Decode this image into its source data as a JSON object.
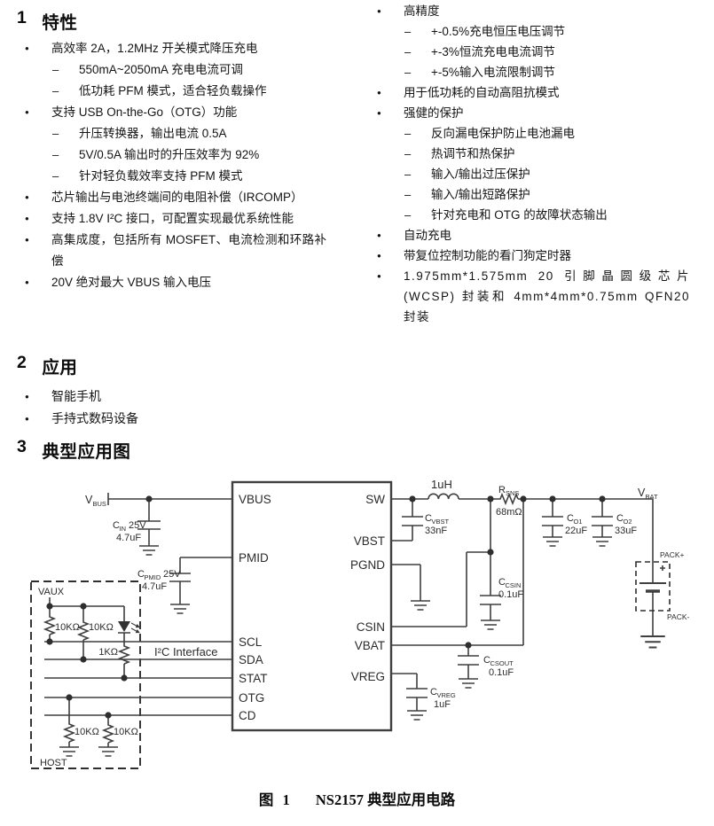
{
  "sections": {
    "s1": {
      "num": "1",
      "title": "特性"
    },
    "s2": {
      "num": "2",
      "title": "应用"
    },
    "s3": {
      "num": "3",
      "title": "典型应用图"
    }
  },
  "marks": {
    "dot": "●",
    "dash": "–"
  },
  "features_left": [
    "高效率 2A，1.2MHz 开关模式降压充电",
    "550mA~2050mA 充电电流可调",
    "低功耗 PFM 模式，适合轻负载操作",
    "支持 USB On-the-Go（OTG）功能",
    "升压转换器，输出电流 0.5A",
    "5V/0.5A 输出时的升压效率为 92%",
    "针对轻负载效率支持 PFM 模式",
    "芯片输出与电池终端间的电阻补偿（IRCOMP）",
    "支持 1.8V I²C 接口，可配置实现最优系统性能",
    "高集成度，包括所有 MOSFET、电流检测和环路补偿",
    "20V 绝对最大 VBUS 输入电压"
  ],
  "features_right": [
    "高精度",
    "+-0.5%充电恒压电压调节",
    "+-3%恒流充电电流调节",
    "+-5%输入电流限制调节",
    "用于低功耗的自动高阻抗模式",
    "强健的保护",
    "反向漏电保护防止电池漏电",
    "热调节和热保护",
    "输入/输出过压保护",
    "输入/输出短路保护",
    "针对充电和 OTG 的故障状态输出",
    "自动充电",
    "带复位控制功能的看门狗定时器",
    "1.975mm*1.575mm 20 引脚晶圆级芯片 (WCSP) 封装和 4mm*4mm*0.75mm QFN20 封装"
  ],
  "applications": [
    "智能手机",
    "手持式数码设备"
  ],
  "figure": {
    "label": "图 1",
    "title": "NS2157 典型应用电路"
  },
  "circuit": {
    "pins_left": [
      "VBUS",
      "PMID",
      "SCL",
      "SDA",
      "STAT",
      "OTG",
      "CD"
    ],
    "pins_right": [
      "SW",
      "VBST",
      "PGND",
      "CSIN",
      "VBAT",
      "VREG"
    ],
    "vbus_in": {
      "m": "V",
      "s": "BUS"
    },
    "cin": {
      "m": "C",
      "s": "IN",
      "rating": "25V",
      "value": "4.7uF"
    },
    "cpmid": {
      "m": "C",
      "s": "PMID",
      "rating": "25V",
      "value": "4.7uF"
    },
    "vaux": "VAUX",
    "host": "HOST",
    "i2c_label": "I²C Interface",
    "r_scl": "10KΩ",
    "r_sda": "10KΩ",
    "r_led": "1KΩ",
    "r_otg": "10KΩ",
    "r_cd": "10KΩ",
    "inductor": "1uH",
    "rsns": {
      "m": "R",
      "s": "SNS",
      "value": "68mΩ"
    },
    "cvbst": {
      "m": "C",
      "s": "VBST",
      "value": "33nF"
    },
    "ccsin": {
      "m": "C",
      "s": "CSIN",
      "value": "0.1uF"
    },
    "ccsout": {
      "m": "C",
      "s": "CSOUT",
      "value": "0.1uF"
    },
    "cvreg": {
      "m": "C",
      "s": "VREG",
      "value": "1uF"
    },
    "co1": {
      "m": "C",
      "s": "O1",
      "value": "22uF"
    },
    "co2": {
      "m": "C",
      "s": "O2",
      "value": "33uF"
    },
    "vbat": {
      "m": "V",
      "s": "BAT"
    },
    "pack_plus": "PACK+",
    "pack_minus": "PACK-"
  }
}
